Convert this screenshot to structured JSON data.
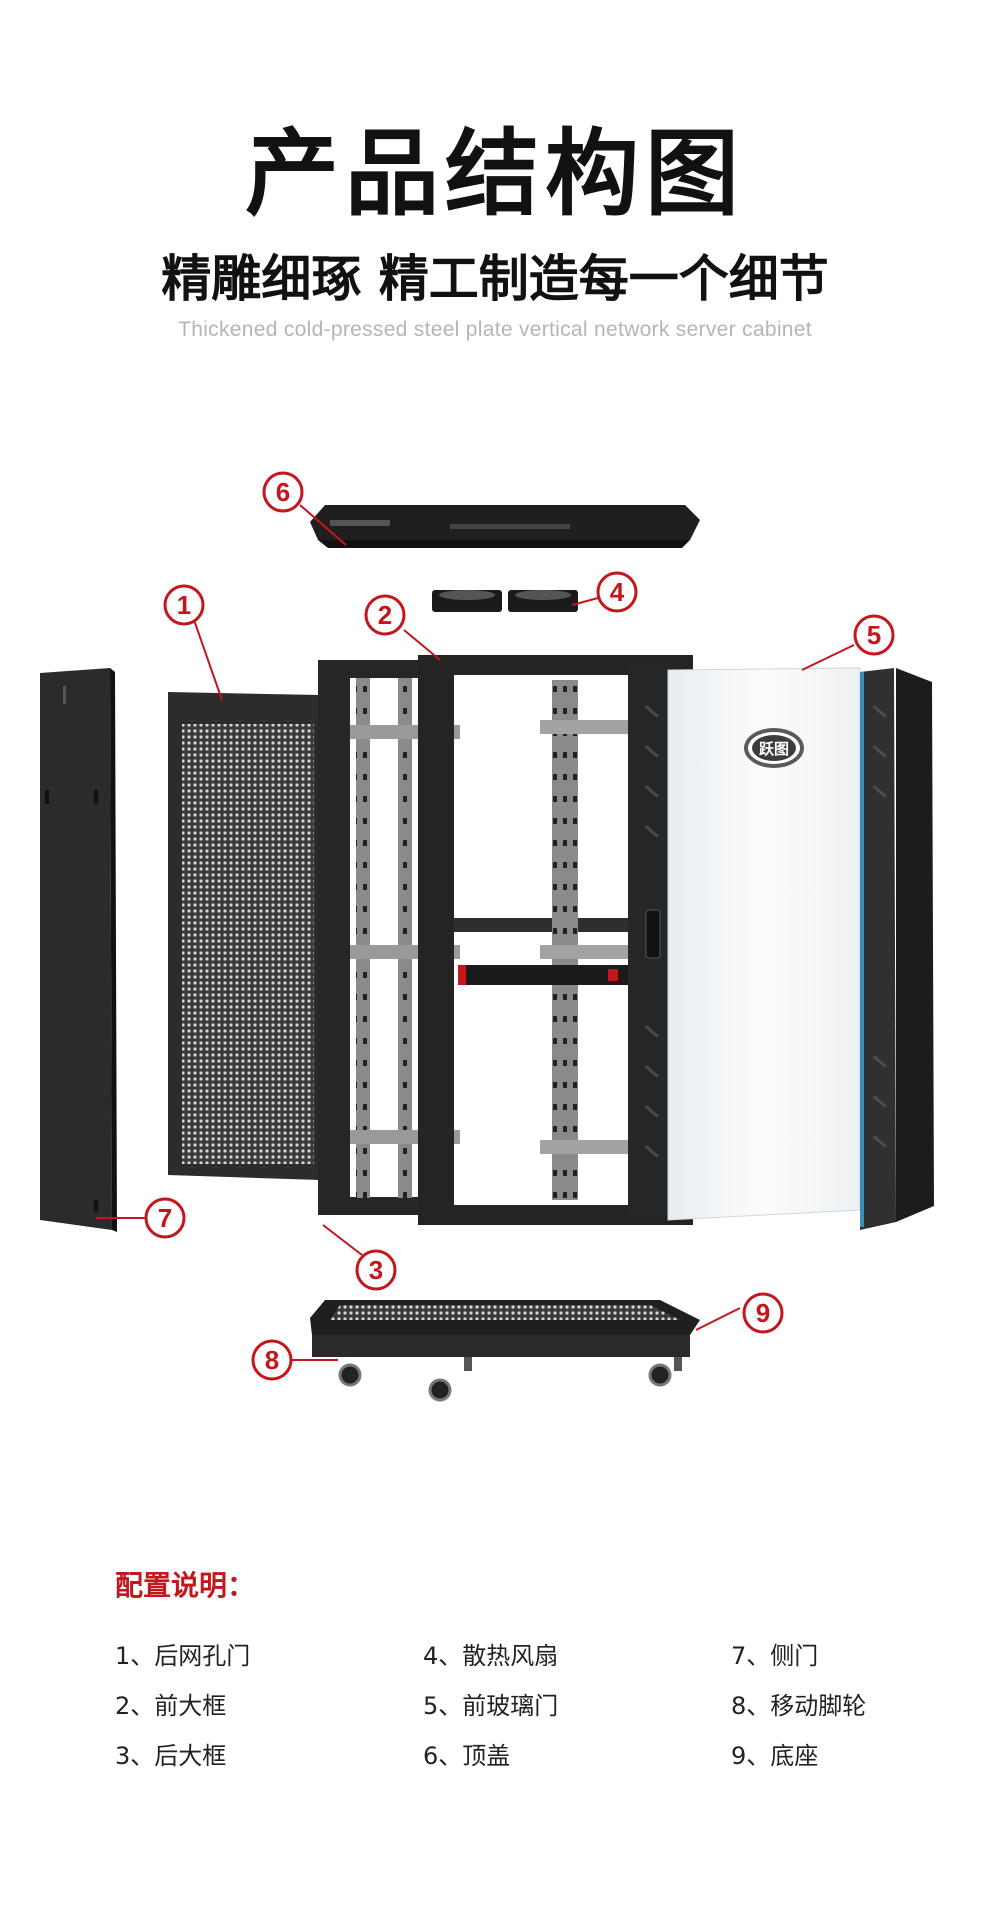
{
  "header": {
    "title": "产品结构图",
    "subtitle": "精雕细琢 精工制造每一个细节",
    "english_subtitle": "Thickened cold-pressed steel plate vertical network server cabinet"
  },
  "diagram": {
    "brand_logo_text": "跃图",
    "callouts": [
      "1",
      "2",
      "3",
      "4",
      "5",
      "6",
      "7",
      "8",
      "9"
    ]
  },
  "config": {
    "heading": "配置说明：",
    "items": [
      "1、后网孔门",
      "4、散热风扇",
      "7、侧门",
      "2、前大框",
      "5、前玻璃门",
      "8、移动脚轮",
      "3、后大框",
      "6、顶盖",
      "9、底座"
    ]
  },
  "colors": {
    "accent": "#c4161c",
    "steel": "#2a2a2a",
    "title": "#111111"
  }
}
